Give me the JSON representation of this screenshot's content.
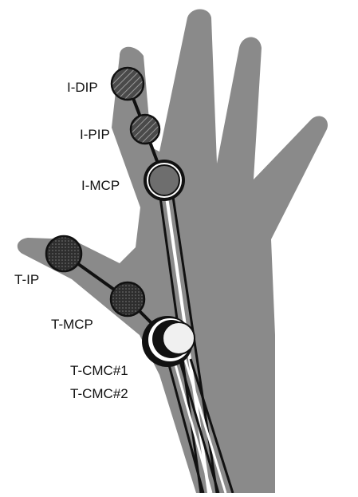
{
  "diagram": {
    "colors": {
      "hand": "#8a8a8a",
      "line": "#111111",
      "gap": "#ffffff",
      "index_joint_hatch": "#4a4a4a",
      "index_mcp_fill": "#6e6e6e",
      "thumb_joint_fill": "#2e2e2e",
      "cmc_fill": "#f0f0f0",
      "label_text": "#111111"
    },
    "labels": {
      "i_dip": "I-DIP",
      "i_pip": "I-PIP",
      "i_mcp": "I-MCP",
      "t_ip": "T-IP",
      "t_mcp": "T-MCP",
      "t_cmc1": "T-CMC#1",
      "t_cmc2": "T-CMC#2"
    }
  }
}
